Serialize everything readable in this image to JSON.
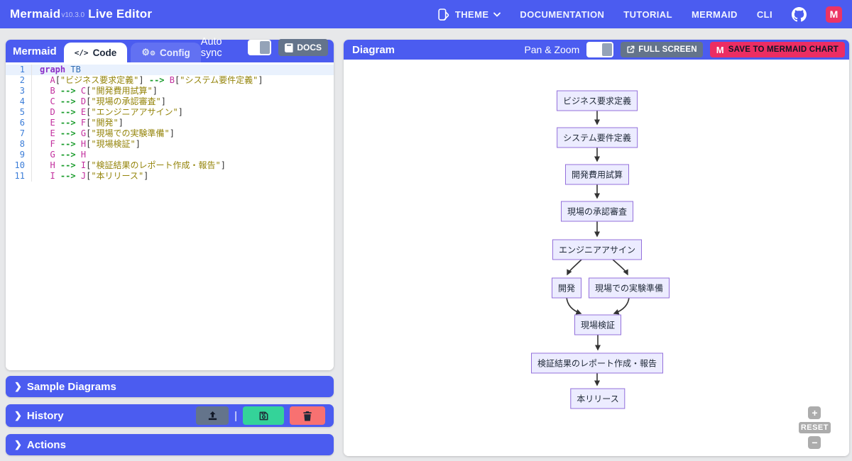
{
  "topbar": {
    "brand": {
      "name": "Mermaid",
      "version": "v10.3.0",
      "suffix": "Live Editor"
    },
    "nav": [
      "THEME",
      "DOCUMENTATION",
      "TUTORIAL",
      "MERMAID",
      "CLI"
    ],
    "mermaid_chart_badge": "M"
  },
  "editor": {
    "panel_title": "Mermaid",
    "tab_code": "Code",
    "tab_code_icon": "</>",
    "tab_config": "Config",
    "auto_sync_label": "Auto sync",
    "auto_sync_on": true,
    "docs_label": "DOCS",
    "code_lines": [
      {
        "num": 1,
        "active": true,
        "tokens": [
          [
            "kw",
            "graph"
          ],
          [
            "pl",
            " "
          ],
          [
            "ty",
            "TB"
          ]
        ]
      },
      {
        "num": 2,
        "tokens": [
          [
            "pl",
            "  "
          ],
          [
            "id",
            "A"
          ],
          [
            "br",
            "["
          ],
          [
            "st",
            "\"ビジネス要求定義\""
          ],
          [
            "br",
            "]"
          ],
          [
            "pl",
            " "
          ],
          [
            "ar",
            "-->"
          ],
          [
            "pl",
            " "
          ],
          [
            "id",
            "B"
          ],
          [
            "br",
            "["
          ],
          [
            "st",
            "\"システム要件定義\""
          ],
          [
            "br",
            "]"
          ]
        ]
      },
      {
        "num": 3,
        "tokens": [
          [
            "pl",
            "  "
          ],
          [
            "id",
            "B"
          ],
          [
            "pl",
            " "
          ],
          [
            "ar",
            "-->"
          ],
          [
            "pl",
            " "
          ],
          [
            "id",
            "C"
          ],
          [
            "br",
            "["
          ],
          [
            "st",
            "\"開発費用試算\""
          ],
          [
            "br",
            "]"
          ]
        ]
      },
      {
        "num": 4,
        "tokens": [
          [
            "pl",
            "  "
          ],
          [
            "id",
            "C"
          ],
          [
            "pl",
            " "
          ],
          [
            "ar",
            "-->"
          ],
          [
            "pl",
            " "
          ],
          [
            "id",
            "D"
          ],
          [
            "br",
            "["
          ],
          [
            "st",
            "\"現場の承認審査\""
          ],
          [
            "br",
            "]"
          ]
        ]
      },
      {
        "num": 5,
        "tokens": [
          [
            "pl",
            "  "
          ],
          [
            "id",
            "D"
          ],
          [
            "pl",
            " "
          ],
          [
            "ar",
            "-->"
          ],
          [
            "pl",
            " "
          ],
          [
            "id",
            "E"
          ],
          [
            "br",
            "["
          ],
          [
            "st",
            "\"エンジニアアサイン\""
          ],
          [
            "br",
            "]"
          ]
        ]
      },
      {
        "num": 6,
        "tokens": [
          [
            "pl",
            "  "
          ],
          [
            "id",
            "E"
          ],
          [
            "pl",
            " "
          ],
          [
            "ar",
            "-->"
          ],
          [
            "pl",
            " "
          ],
          [
            "id",
            "F"
          ],
          [
            "br",
            "["
          ],
          [
            "st",
            "\"開発\""
          ],
          [
            "br",
            "]"
          ]
        ]
      },
      {
        "num": 7,
        "tokens": [
          [
            "pl",
            "  "
          ],
          [
            "id",
            "E"
          ],
          [
            "pl",
            " "
          ],
          [
            "ar",
            "-->"
          ],
          [
            "pl",
            " "
          ],
          [
            "id",
            "G"
          ],
          [
            "br",
            "["
          ],
          [
            "st",
            "\"現場での実験準備\""
          ],
          [
            "br",
            "]"
          ]
        ]
      },
      {
        "num": 8,
        "tokens": [
          [
            "pl",
            "  "
          ],
          [
            "id",
            "F"
          ],
          [
            "pl",
            " "
          ],
          [
            "ar",
            "-->"
          ],
          [
            "pl",
            " "
          ],
          [
            "id",
            "H"
          ],
          [
            "br",
            "["
          ],
          [
            "st",
            "\"現場検証\""
          ],
          [
            "br",
            "]"
          ]
        ]
      },
      {
        "num": 9,
        "tokens": [
          [
            "pl",
            "  "
          ],
          [
            "id",
            "G"
          ],
          [
            "pl",
            " "
          ],
          [
            "ar",
            "-->"
          ],
          [
            "pl",
            " "
          ],
          [
            "id",
            "H"
          ]
        ]
      },
      {
        "num": 10,
        "tokens": [
          [
            "pl",
            "  "
          ],
          [
            "id",
            "H"
          ],
          [
            "pl",
            " "
          ],
          [
            "ar",
            "-->"
          ],
          [
            "pl",
            " "
          ],
          [
            "id",
            "I"
          ],
          [
            "br",
            "["
          ],
          [
            "st",
            "\"検証結果のレポート作成・報告\""
          ],
          [
            "br",
            "]"
          ]
        ]
      },
      {
        "num": 11,
        "tokens": [
          [
            "pl",
            "  "
          ],
          [
            "id",
            "I"
          ],
          [
            "pl",
            " "
          ],
          [
            "ar",
            "-->"
          ],
          [
            "pl",
            " "
          ],
          [
            "id",
            "J"
          ],
          [
            "br",
            "["
          ],
          [
            "st",
            "\"本リリース\""
          ],
          [
            "br",
            "]"
          ]
        ]
      }
    ]
  },
  "sections": {
    "sample": "Sample Diagrams",
    "history": "History",
    "actions": "Actions"
  },
  "diagram_panel": {
    "title": "Diagram",
    "pan_zoom_label": "Pan & Zoom",
    "pan_zoom_on": true,
    "fullscreen_label": "FULL SCREEN",
    "save_label": "SAVE TO MERMAID CHART",
    "save_logo": "M",
    "zoom_plus": "+",
    "zoom_reset": "RESET",
    "zoom_minus": "−"
  },
  "diagram": {
    "type": "flowchart",
    "direction": "TB",
    "nodes": [
      {
        "id": "A",
        "label": "ビジネス要求定義"
      },
      {
        "id": "B",
        "label": "システム要件定義"
      },
      {
        "id": "C",
        "label": "開発費用試算"
      },
      {
        "id": "D",
        "label": "現場の承認審査"
      },
      {
        "id": "E",
        "label": "エンジニアアサイン"
      },
      {
        "id": "F",
        "label": "開発"
      },
      {
        "id": "G",
        "label": "現場での実験準備"
      },
      {
        "id": "H",
        "label": "現場検証"
      },
      {
        "id": "I",
        "label": "検証結果のレポート作成・報告"
      },
      {
        "id": "J",
        "label": "本リリース"
      }
    ],
    "edges": [
      [
        "A",
        "B"
      ],
      [
        "B",
        "C"
      ],
      [
        "C",
        "D"
      ],
      [
        "D",
        "E"
      ],
      [
        "E",
        "F"
      ],
      [
        "E",
        "G"
      ],
      [
        "F",
        "H"
      ],
      [
        "G",
        "H"
      ],
      [
        "H",
        "I"
      ],
      [
        "I",
        "J"
      ]
    ]
  },
  "colors": {
    "header_blue": "#4b5cf0",
    "button_gray": "#64748b",
    "save_pink": "#ec2d63",
    "history_green": "#34d399",
    "history_red": "#f87171",
    "node_fill": "#ECECFF",
    "node_border": "#9370DB",
    "edge": "#333333"
  }
}
